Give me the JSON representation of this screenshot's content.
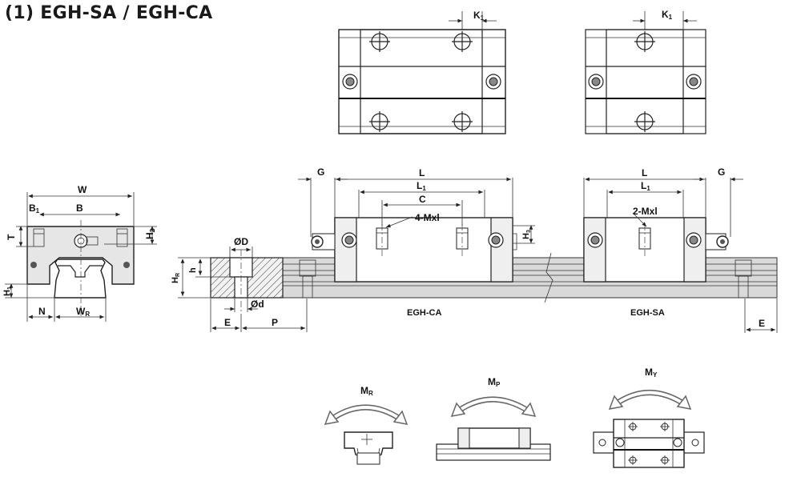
{
  "title": "(1) EGH-SA / EGH-CA",
  "labels": {
    "k1": "K",
    "k1_sub": "1",
    "w": "W",
    "b1": "B",
    "b1_sub": "1",
    "b": "B",
    "t": "T",
    "h2": "H",
    "h2_sub": "2",
    "h1": "H",
    "h1_sub": "1",
    "n": "N",
    "wr": "W",
    "wr_sub": "R",
    "hr": "H",
    "hr_sub": "R",
    "h": "h",
    "od_big": "ØD",
    "od_small": "Ød",
    "e": "E",
    "p": "P",
    "g": "G",
    "l": "L",
    "l1": "L",
    "l1_sub": "1",
    "c": "C",
    "m4": "4-Mxl",
    "m2": "2-Mxl",
    "h3": "H",
    "h3_sub": "3",
    "egh_ca": "EGH-CA",
    "egh_sa": "EGH-SA",
    "mr": "M",
    "mr_sub": "R",
    "mp": "M",
    "mp_sub": "P",
    "my": "M",
    "my_sub": "Y"
  },
  "colors": {
    "line": "#222222",
    "fill": "#e6e6e6",
    "rail": "#d9d9d9"
  }
}
